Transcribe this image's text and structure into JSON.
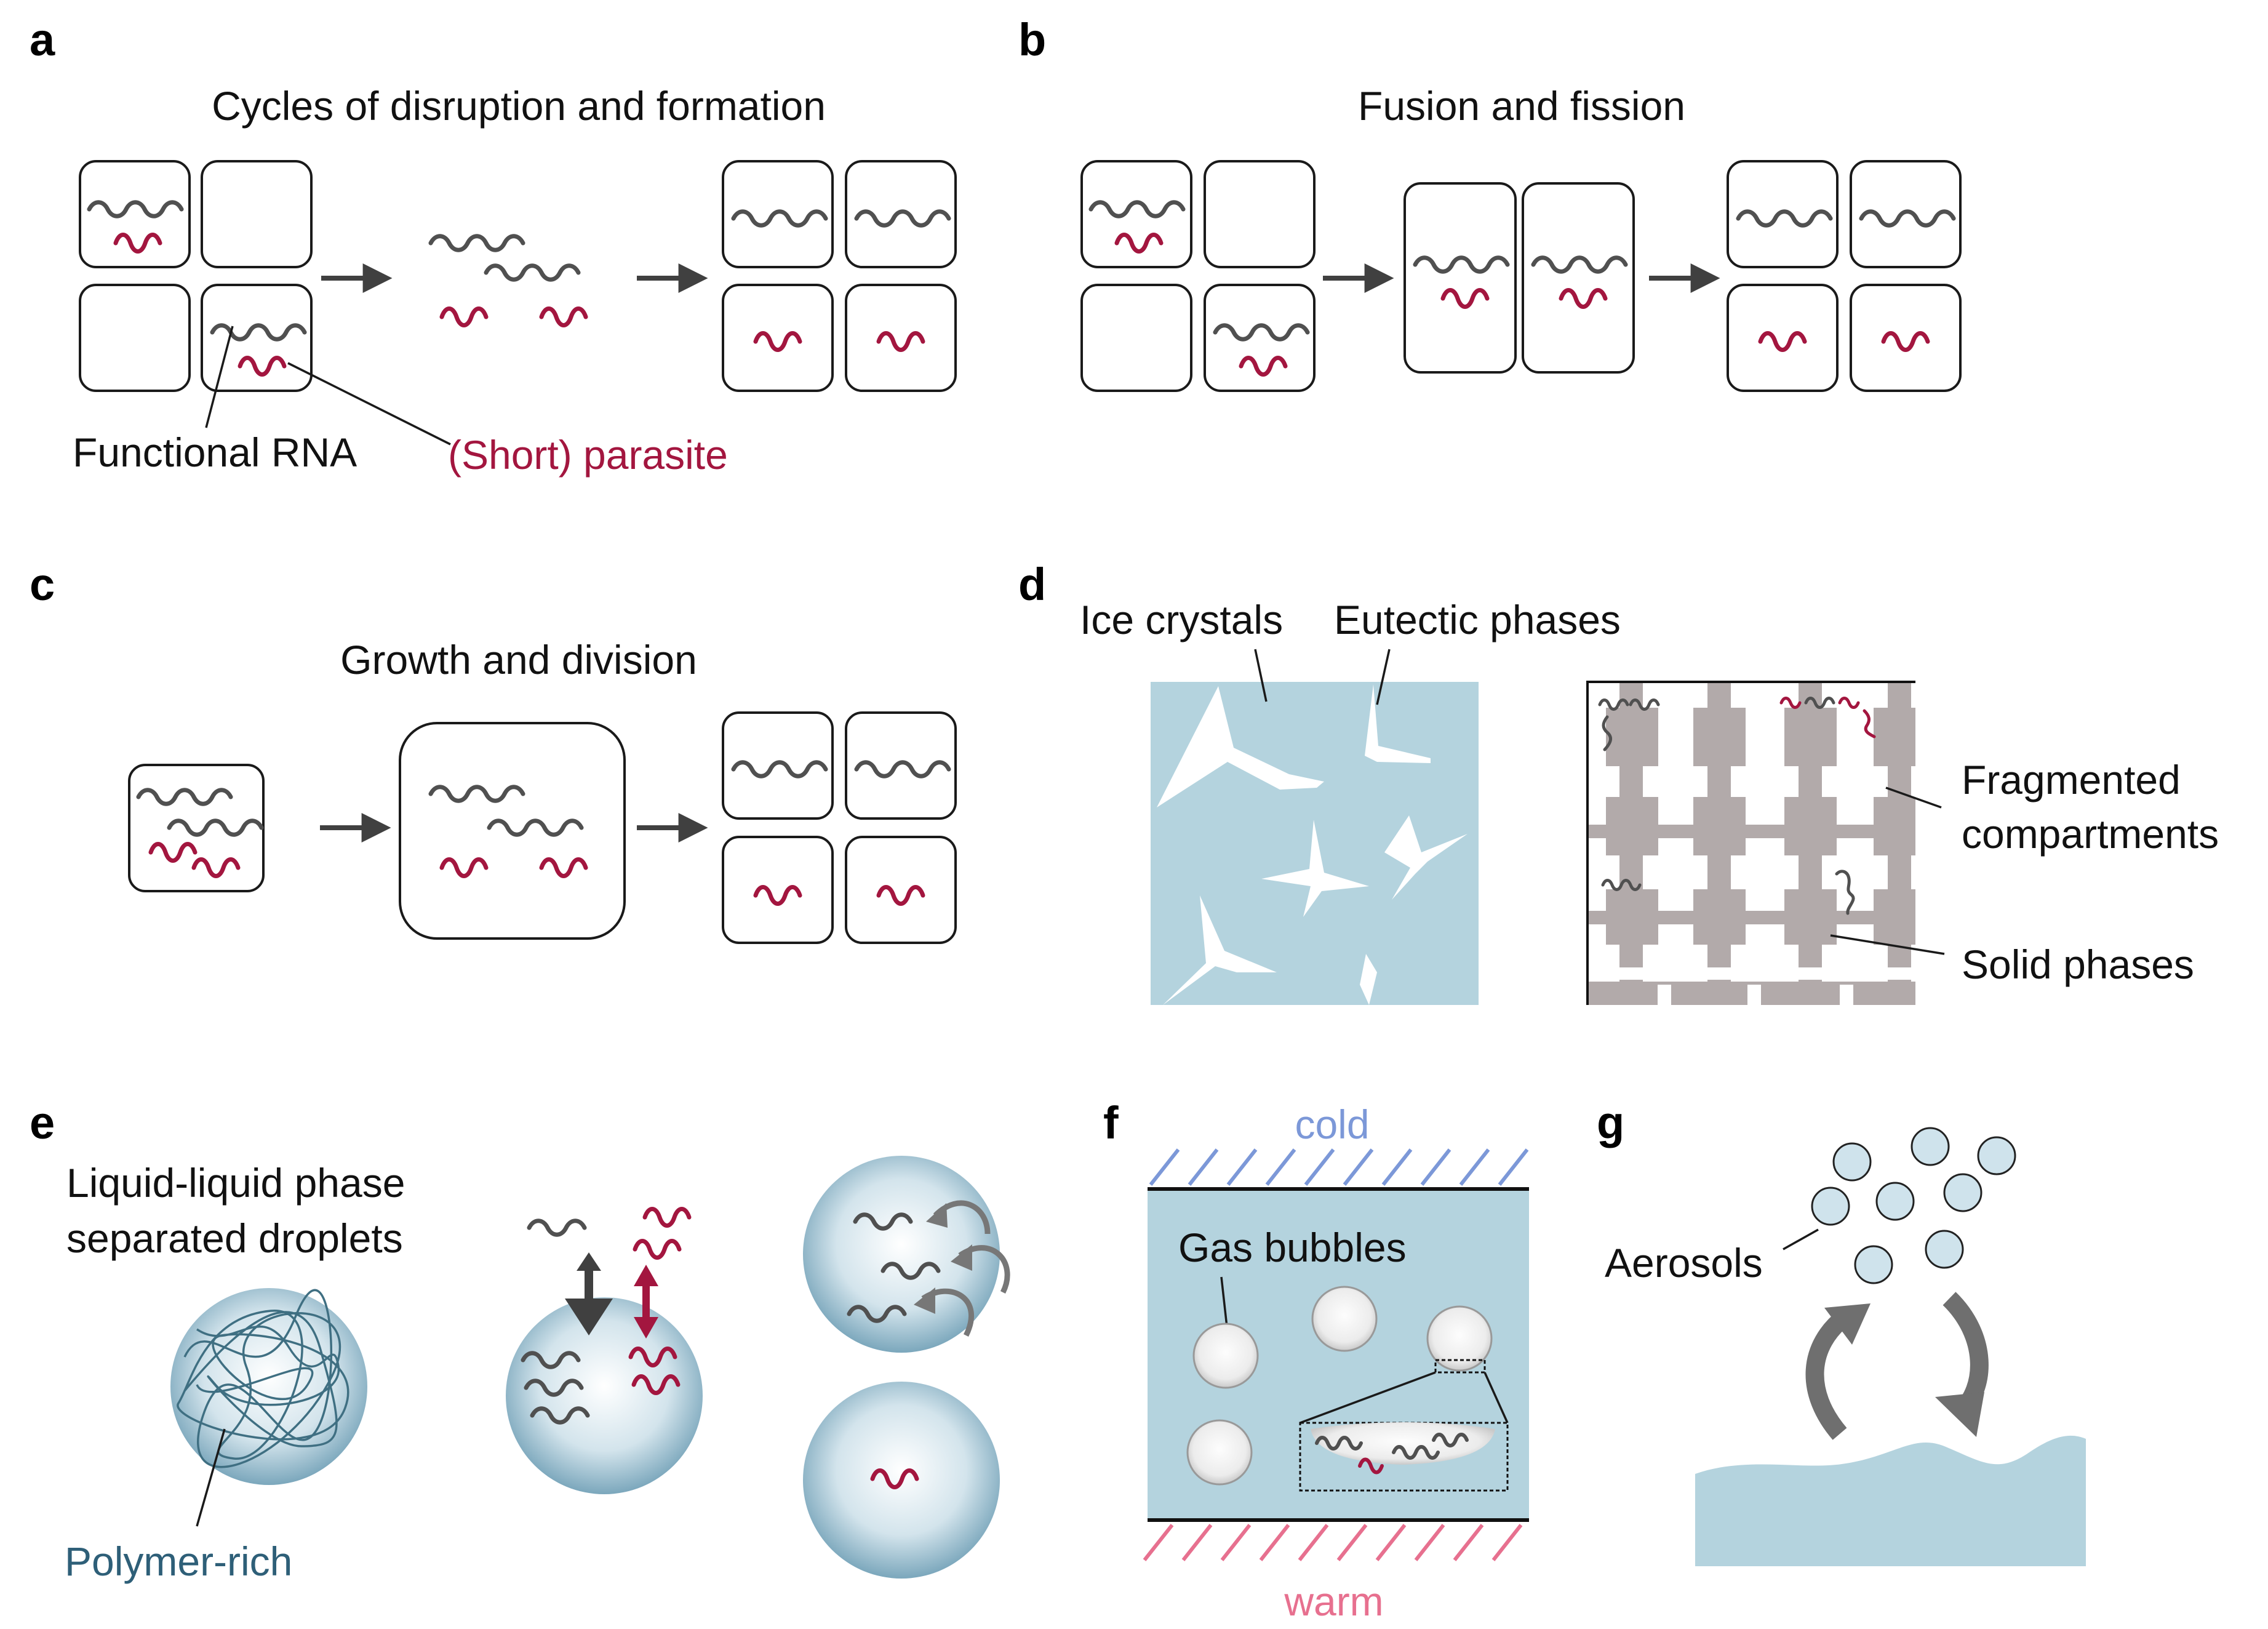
{
  "panels": {
    "a": {
      "letter": "a",
      "title": "Cycles of disruption and formation",
      "label_functional": "Functional RNA",
      "label_parasite": "(Short) parasite"
    },
    "b": {
      "letter": "b",
      "title": "Fusion and fission"
    },
    "c": {
      "letter": "c",
      "title": "Growth and division"
    },
    "d": {
      "letter": "d",
      "label_ice": "Ice crystals",
      "label_eutectic": "Eutectic phases",
      "label_fragmented_1": "Fragmented",
      "label_fragmented_2": "compartments",
      "label_solid": "Solid phases"
    },
    "e": {
      "letter": "e",
      "label_llps_1": "Liquid-liquid phase",
      "label_llps_2": "separated droplets",
      "label_polymer": "Polymer-rich"
    },
    "f": {
      "letter": "f",
      "label_cold": "cold",
      "label_warm": "warm",
      "label_bubbles": "Gas bubbles"
    },
    "g": {
      "letter": "g",
      "label_aerosols": "Aerosols"
    }
  },
  "colors": {
    "functional_rna": "#505050",
    "parasite_rna": "#a3163f",
    "ice_blue": "#b4d3de",
    "solid_gray": "#b2aaaa",
    "cold": "#7c98d8",
    "warm": "#e7708f",
    "polymer_blue": "#2e5f78"
  }
}
